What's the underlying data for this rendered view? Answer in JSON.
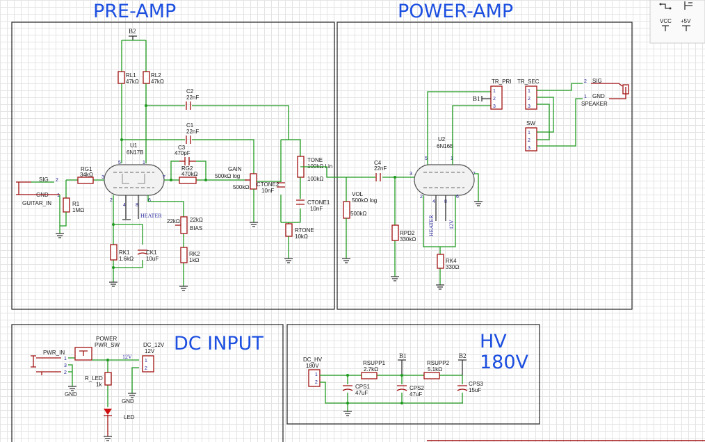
{
  "titles": {
    "preamp": "PRE-AMP",
    "poweramp": "POWER-AMP",
    "dcinput": "DC INPUT",
    "hv_line1": "HV",
    "hv_line2": "180V"
  },
  "toolbar": {
    "vcc": "VCC",
    "p5v": "+5V"
  },
  "preamp": {
    "b2": "B2",
    "rl1": {
      "ref": "RL1",
      "value": "47kΩ"
    },
    "rl2": {
      "ref": "RL2",
      "value": "47kΩ"
    },
    "c2": {
      "ref": "C2",
      "value": "22nF"
    },
    "c1": {
      "ref": "C1",
      "value": "22nF"
    },
    "u1": {
      "ref": "U1",
      "value": "6N17B"
    },
    "c3": {
      "ref": "C3",
      "value": "470pF"
    },
    "rg2": {
      "ref": "RG2",
      "value": "470kΩ"
    },
    "gain": {
      "ref": "GAIN",
      "value": "500kΩ log",
      "value2": "500kΩ"
    },
    "tone": {
      "ref": "TONE",
      "value": "100kΩ Lin",
      "value2": "100kΩ"
    },
    "ctone2": {
      "ref": "CTONE2",
      "value": "10nF"
    },
    "ctone1": {
      "ref": "CTONE1",
      "value": "10nF"
    },
    "rtone": {
      "ref": "RTONE",
      "value": "10kΩ"
    },
    "rg1": {
      "ref": "RG1",
      "value": "34kΩ"
    },
    "r1": {
      "ref": "R1",
      "value": "1MΩ"
    },
    "sig": "SIG",
    "gnd": "GND",
    "guitar_in": "GUITAR_IN",
    "heater": "HEATER",
    "bias": {
      "ref": "BIAS",
      "value": "22kΩ",
      "value2": "22kΩ"
    },
    "rk1": {
      "ref": "RK1",
      "value": "1.6kΩ"
    },
    "ck1": {
      "ref": "CK1",
      "value": "10uF"
    },
    "rk2": {
      "ref": "RK2",
      "value": "1kΩ"
    },
    "pins": {
      "p5": "5",
      "p1": "1",
      "p3": "3",
      "p7": "7",
      "p2": "2",
      "p4": "4",
      "p8": "8",
      "p6": "6",
      "sig2": "2",
      "gnd1": "1"
    }
  },
  "poweramp": {
    "c4": {
      "ref": "C4",
      "value": "22nF"
    },
    "vol": {
      "ref": "VOL",
      "value": "500kΩ log",
      "value2": "500kΩ"
    },
    "u2": {
      "ref": "U2",
      "value": "6N16B"
    },
    "rpd2": {
      "ref": "RPD2",
      "value": "330kΩ"
    },
    "rk4": {
      "ref": "RK4",
      "value": "330Ω"
    },
    "heater": "HEATER",
    "v12": "12V",
    "tr_pri": "TR_PRI",
    "tr_sec": "TR_SEC",
    "sw": "SW",
    "b1": "B1",
    "sig": "SIG",
    "gnd": "GND",
    "speaker": "SPEAKER",
    "pins": {
      "p5": "5",
      "p1": "1",
      "p3": "3",
      "p7": "7",
      "p2": "2",
      "p4": "4",
      "p8": "8",
      "p6": "6",
      "n1": "1",
      "n2": "2",
      "n3": "3",
      "sig2": "2",
      "gnd1": "1"
    }
  },
  "dcinput": {
    "pwr_in": "PWR_IN",
    "power": "POWER",
    "pwr_sw": "PWR_SW",
    "dc_12v": "DC_12V",
    "v12": "12V",
    "net12v": "12V",
    "r_led": {
      "ref": "R_LED",
      "value": "1k"
    },
    "led": "LED",
    "gnd": "GND",
    "pins": {
      "n1": "1",
      "n2": "2",
      "n3": "3"
    }
  },
  "hv": {
    "dc_hv": "DC_HV",
    "v180": "180V",
    "b1": "B1",
    "b2": "B2",
    "rsupp1": {
      "ref": "RSUPP1",
      "value": "2.7kΩ"
    },
    "rsupp2": {
      "ref": "RSUPP2",
      "value": "5.1kΩ"
    },
    "cps1": {
      "ref": "CPS1",
      "value": "47uF"
    },
    "cps2": {
      "ref": "CPS2",
      "value": "47uF"
    },
    "cps3": {
      "ref": "CPS3",
      "value": "15uF"
    },
    "pins": {
      "n1": "1",
      "n2": "2"
    }
  }
}
